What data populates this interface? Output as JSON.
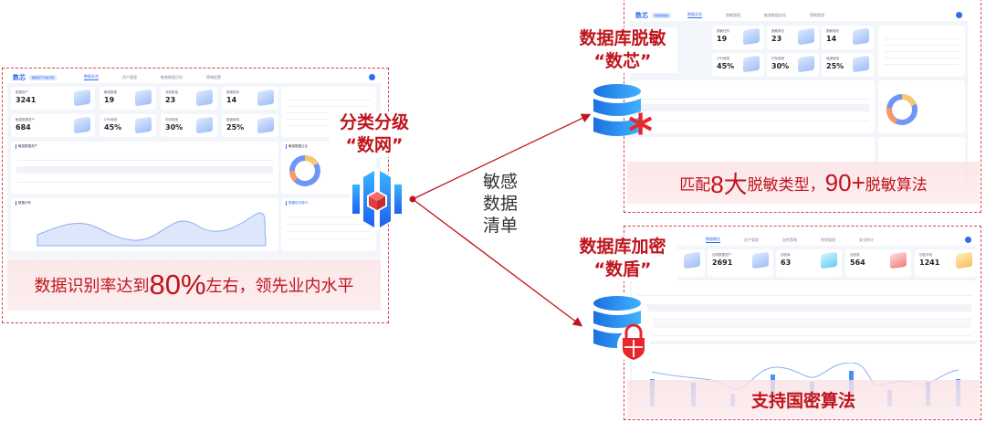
{
  "left_panel": {
    "dashboard": {
      "logo": "数芯",
      "badge": "数据资产分类分级",
      "nav": [
        "数据总览",
        "资产管理",
        "敏感数据识别",
        "策略配置"
      ],
      "cards": [
        {
          "label": "数据资产",
          "value": "3241"
        },
        {
          "label": "敏感数据",
          "value": "19"
        },
        {
          "label": "流转数量",
          "value": "23"
        },
        {
          "label": "数据规则",
          "value": "14"
        },
        {
          "label": "敏感数据资产",
          "value": "684"
        },
        {
          "label": "CPU使用",
          "value": "45%"
        },
        {
          "label": "内存使用",
          "value": "30%"
        },
        {
          "label": "磁盘使用",
          "value": "25%"
        }
      ],
      "table_title": "敏感数据资产",
      "chart_title": "数据分布",
      "donut_title": "敏感数据占比",
      "list_title": "数据访问排行"
    },
    "banner": {
      "pre": "数据识别率达到",
      "big": "80%",
      "post": "左右，领先业内水平"
    }
  },
  "center": {
    "title_line1": "分类分级",
    "title_line2": "“数网”",
    "flow_label": [
      "敏感",
      "数据",
      "清单"
    ]
  },
  "top_right": {
    "title_line1": "数据库脱敏",
    "title_line2": "“数芯”",
    "dashboard": {
      "logo": "数芯",
      "badge": "数据库脱敏",
      "nav": [
        "数据总览",
        "脱敏管理",
        "敏感数据发现",
        "策略管理"
      ],
      "cards": [
        {
          "label": "脱敏任务",
          "value": "19"
        },
        {
          "label": "脱敏算法",
          "value": "23"
        },
        {
          "label": "脱敏规则",
          "value": "14"
        },
        {
          "label": "CPU使用",
          "value": "45%"
        },
        {
          "label": "内存使用",
          "value": "30%"
        },
        {
          "label": "磁盘使用",
          "value": "25%"
        }
      ]
    },
    "banner": {
      "p1": "匹配",
      "b1": "8大",
      "p2": "脱敏类型，",
      "b2": "90+",
      "p3": "脱敏算法"
    }
  },
  "bottom_right": {
    "title_line1": "数据库加密",
    "title_line2": "“数盾”",
    "dashboard": {
      "nav": [
        "数据概览",
        "资产管理",
        "加密策略",
        "密钥管理",
        "安全审计"
      ],
      "cards": [
        {
          "label": "加密数据资产",
          "value": "2691"
        },
        {
          "label": "加密库",
          "value": "63"
        },
        {
          "label": "加密表",
          "value": "564"
        },
        {
          "label": "加密字段",
          "value": "1241"
        }
      ]
    },
    "banner": {
      "text": "支持国密算法"
    }
  },
  "colors": {
    "accent_red": "#c0141c",
    "brand_blue": "#2f6cf0"
  }
}
